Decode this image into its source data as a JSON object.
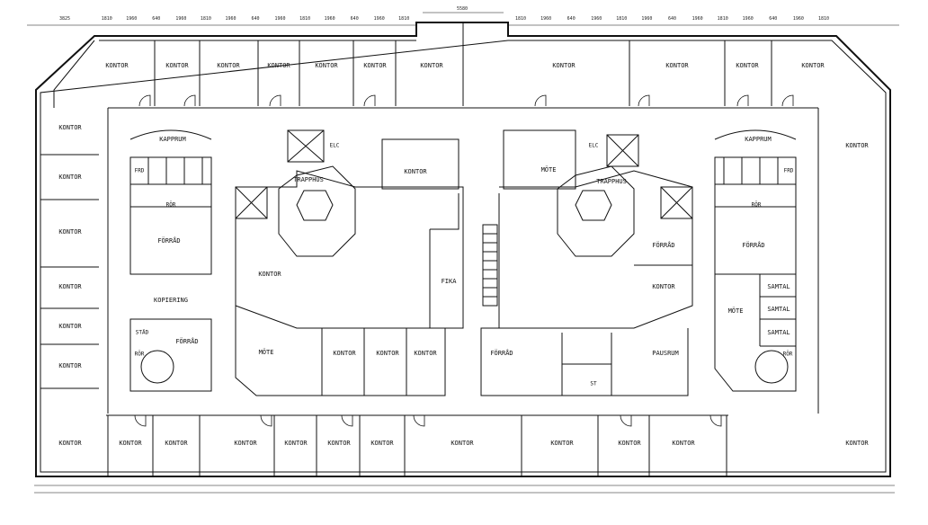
{
  "plan": {
    "dimensions": {
      "top_left": "3825",
      "center": "5580",
      "modules": [
        "1810",
        "1960",
        "640",
        "1960",
        "1810",
        "1960",
        "640",
        "1960",
        "1810",
        "1960",
        "640",
        "1960",
        "1810",
        "1810",
        "1960",
        "640",
        "1960",
        "1810",
        "1960",
        "640",
        "1960",
        "1810",
        "1960",
        "640",
        "1960",
        "1810"
      ]
    },
    "labels": {
      "kontor": "KONTOR",
      "mote": "MÖTE",
      "forrad": "FÖRRÅD",
      "trapphus": "TRAPPHUS",
      "elc": "ELC",
      "kapprum": "KAPPRUM",
      "fro": "FRD",
      "ror": "RÖR",
      "stad": "STÄD",
      "kopiering": "KOPIERING",
      "fika": "FIKA",
      "samtal": "SAMTAL",
      "pausrum": "PAUSRUM",
      "st": "ST"
    }
  }
}
